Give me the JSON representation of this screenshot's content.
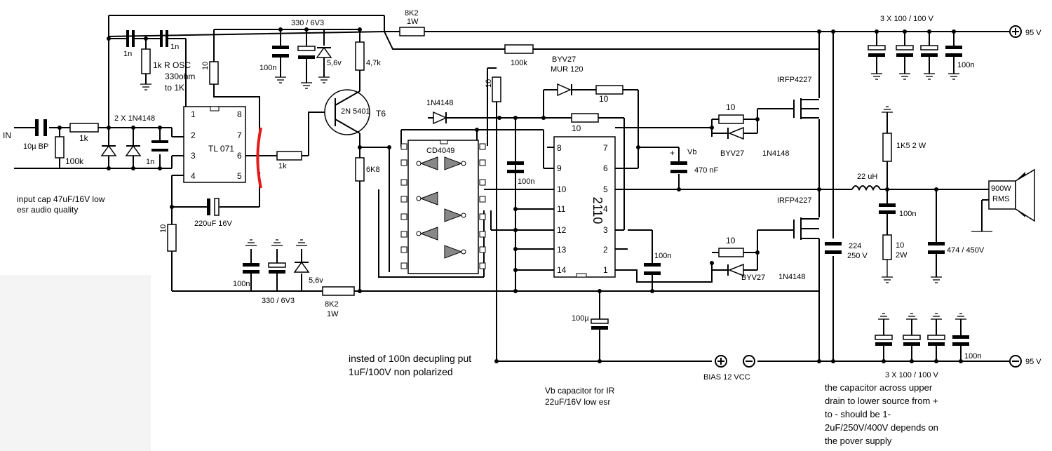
{
  "labels": {
    "in": "IN",
    "c_in": "10µ BP",
    "r_in": "1k",
    "r_100k_in": "100k",
    "diodes_in": "2 X 1N4148",
    "c_1n_a": "1n",
    "c_1n_b": "1n",
    "c_1n_c": "1n",
    "r_osc": "1k R OSC",
    "r_osc_note_1": "330ohm",
    "r_osc_note_2": "to 1K",
    "r_10_top": "10",
    "tl071": "TL 071",
    "cap_330_top": "330 / 6V3",
    "cap_100n_top": "100n",
    "zener_top": "5,6v",
    "r_47k": "4,7k",
    "q_2n5401": "2N 5401",
    "q_t6": "T6",
    "r_1k_q": "1k",
    "r_6k8": "6K8",
    "r_8k2_top": "8K2",
    "r_8k2_top_w": "1W",
    "r_100k_top": "100k",
    "byv27_top_1": "BYV27",
    "byv27_top_2": "MUR 120",
    "r_10_hi_a": "10",
    "r_10_hi_b": "10",
    "r_10_left": "10",
    "d_1n4148_mid": "1N4148",
    "cd4049": "CD4049",
    "c_100n_mid": "100n",
    "ic_2110": "2110",
    "vb": "Vb",
    "c_470n": "470 nF",
    "irfp_top": "IRFP4227",
    "irfp_bot": "IRFP4227",
    "r_10_gate_top": "10",
    "r_10_gate_bot": "10",
    "byv27_gate_top": "BYV27",
    "byv27_gate_bot": "BYV27",
    "n1n4148_top": "1N4148",
    "n1n4148_bot": "1N4148",
    "caps_top": "3 X 100 / 100 V",
    "caps_bot": "3 X 100 / 100 V",
    "c_100n_rail_top": "100n",
    "c_100n_rail_bot": "100n",
    "plus_95": "95 V",
    "minus_95": "95 V",
    "r_1k5": "1K5 2 W",
    "l_22uh": "22 uH",
    "c_100n_out": "100n",
    "r_10_2w_a": "10",
    "r_10_2w_b": "2W",
    "c_474": "474 / 450V",
    "spk_1": "900W",
    "spk_2": "RMS",
    "c_224_a": "224",
    "c_224_b": "250 V",
    "c_100u": "100µ",
    "bias": "BIAS 12 VCC",
    "c_220u": "220uF 16V",
    "r_10_vert": "10",
    "c_100n_low": "100n",
    "zener_low": "5,6v",
    "cap_330_low": "330 / 6V3",
    "r_8k2_low": "8K2",
    "r_8k2_low_w": "1W",
    "c_100n_2110": "100n",
    "pins_tl": [
      "1",
      "2",
      "3",
      "4",
      "8",
      "7",
      "6",
      "5"
    ],
    "pins_2110": [
      "8",
      "9",
      "10",
      "11",
      "12",
      "13",
      "14",
      "7",
      "6",
      "5",
      "4",
      "3",
      "2",
      "1"
    ]
  },
  "notes": {
    "input_cap_1": "input cap 47uF/16V low",
    "input_cap_2": "esr audio quality",
    "decoupling_1": "insted of 100n decupling put",
    "decoupling_2": "1uF/100V non polarized",
    "vb_cap_1": "Vb capacitor for IR",
    "vb_cap_2": "22uF/16V low esr",
    "upper_cap_1": "the capacitor across upper",
    "upper_cap_2": "drain to lower source from +",
    "upper_cap_3": "to - should be 1-",
    "upper_cap_4": "2uF/250V/400V depends on",
    "upper_cap_5": "the pover supply"
  },
  "colors": {
    "line": "#000000",
    "highlight": "#e31b1b",
    "gate_fill": "#888888"
  },
  "icons": {
    "plus_terminal": "circle-plus",
    "minus_terminal": "circle-minus"
  }
}
